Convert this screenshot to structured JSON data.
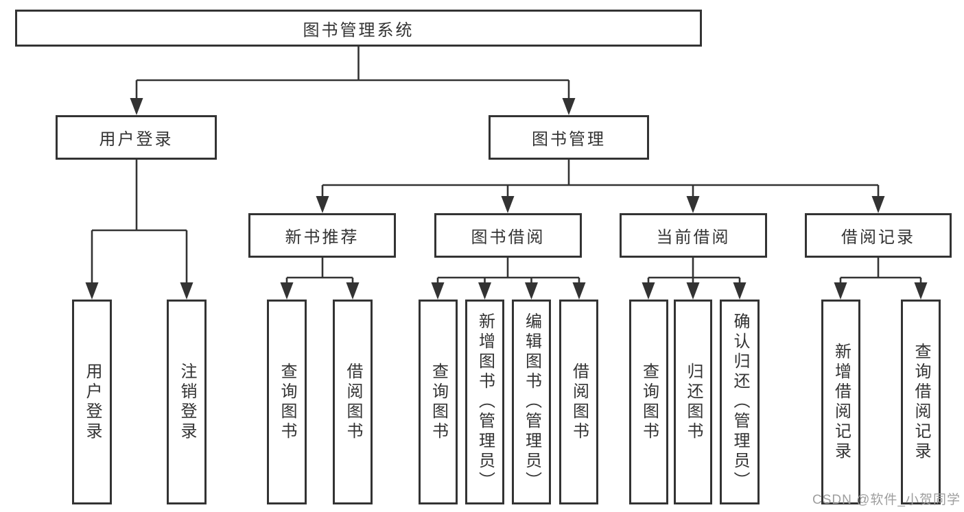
{
  "nodes": {
    "root": "图书管理系统",
    "user_login": "用户登录",
    "book_mgmt": "图书管理",
    "new_book_rec": "新书推荐",
    "book_borrow": "图书借阅",
    "current_borrow": "当前借阅",
    "borrow_records": "借阅记录",
    "ul_user_login": "用户登录",
    "ul_logout": "注销登录",
    "nb_query_book": "查询图书",
    "nb_borrow_book": "借阅图书",
    "bb_query_book": "查询图书",
    "bb_add_book": "新增图书（管理员）",
    "bb_edit_book": "编辑图书（管理员）",
    "bb_borrow_book": "借阅图书",
    "cb_query_book": "查询图书",
    "cb_return_book": "归还图书",
    "cb_confirm_return": "确认归还（管理员）",
    "br_add_record": "新增借阅记录",
    "br_query_record": "查询借阅记录"
  },
  "hierarchy": {
    "label": "图书管理系统",
    "children": [
      {
        "label": "用户登录",
        "children": [
          {
            "label": "用户登录"
          },
          {
            "label": "注销登录"
          }
        ]
      },
      {
        "label": "图书管理",
        "children": [
          {
            "label": "新书推荐",
            "children": [
              {
                "label": "查询图书"
              },
              {
                "label": "借阅图书"
              }
            ]
          },
          {
            "label": "图书借阅",
            "children": [
              {
                "label": "查询图书"
              },
              {
                "label": "新增图书（管理员）"
              },
              {
                "label": "编辑图书（管理员）"
              },
              {
                "label": "借阅图书"
              }
            ]
          },
          {
            "label": "当前借阅",
            "children": [
              {
                "label": "查询图书"
              },
              {
                "label": "归还图书"
              },
              {
                "label": "确认归还（管理员）"
              }
            ]
          },
          {
            "label": "借阅记录",
            "children": [
              {
                "label": "新增借阅记录"
              },
              {
                "label": "查询借阅记录"
              }
            ]
          }
        ]
      }
    ]
  },
  "watermark": "CSDN @软件_小贺同学",
  "colors": {
    "background": "#ffffff",
    "line": "#333333",
    "box_border": "#333333",
    "text": "#333333",
    "watermark": "#9e9e9e"
  }
}
